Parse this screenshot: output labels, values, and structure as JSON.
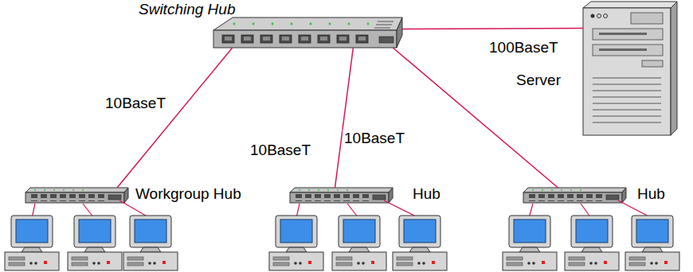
{
  "diagram": {
    "nodes": [
      {
        "text": [
          "Switching Hub"
        ]
      },
      {
        "text": [
          "Server"
        ]
      },
      {
        "text": [
          "Workgroup Hub"
        ]
      },
      {
        "text": [
          "Hub"
        ]
      },
      {
        "text": [
          "Hub"
        ]
      }
    ],
    "edges": [
      {
        "from": 0,
        "to": 2,
        "arrow": "none",
        "label": "10BaseT"
      },
      {
        "from": 0,
        "to": 3,
        "arrow": "none",
        "label": "10BaseT"
      },
      {
        "from": 0,
        "to": 4,
        "arrow": "none",
        "label": "10BaseT"
      },
      {
        "from": 0,
        "to": 1,
        "arrow": "none",
        "label": "100BaseT"
      }
    ]
  }
}
